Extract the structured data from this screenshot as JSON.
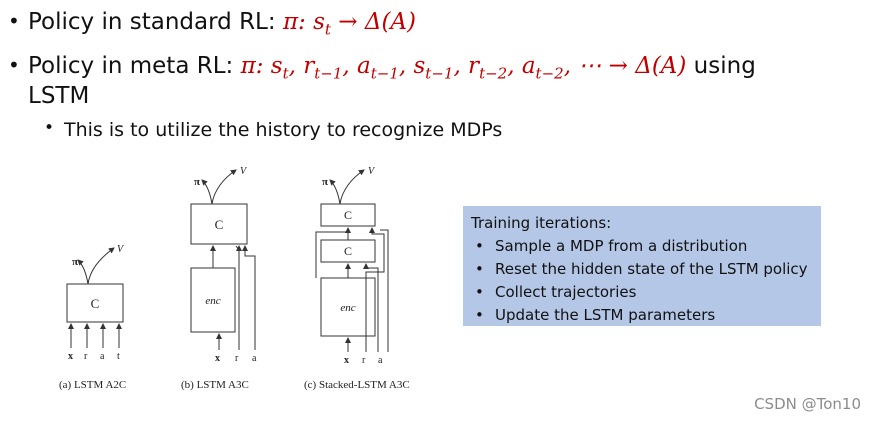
{
  "bullets": {
    "line1_text": "Policy in standard  RL: ",
    "line1_math": "π: s_t → Δ(A)",
    "line2_text": "Policy in meta RL: ",
    "line2_math": "π: s_t, r_{t−1}, a_{t−1}, s_{t−1}, r_{t−2}, a_{t−2}, ⋯ → Δ(A)",
    "line2_suffix": " using",
    "line2_continued": "LSTM",
    "sub_bullet": "This is to utilize the history to recognize MDPs"
  },
  "diagrams": [
    {
      "caption": "(a) LSTM A2C",
      "output_pi": "π",
      "output_v": "V",
      "recurrent_symbol": "C",
      "inputs": [
        "x",
        "r",
        "a",
        "t"
      ]
    },
    {
      "caption": "(b) LSTM A3C",
      "output_pi": "π",
      "output_v": "V",
      "recurrent_symbol": "C",
      "encoder_label": "enc",
      "inputs": [
        "x",
        "r",
        "a"
      ]
    },
    {
      "caption": "(c) Stacked-LSTM A3C",
      "output_pi": "π",
      "output_v": "V",
      "recurrent_symbol": "C",
      "encoder_label": "enc",
      "inputs": [
        "x",
        "r",
        "a"
      ]
    }
  ],
  "training_box": {
    "title": "Training iterations:",
    "items": [
      "Sample a MDP from a distribution",
      "Reset the hidden state of the LSTM policy",
      "Collect trajectories",
      "Update the LSTM parameters"
    ],
    "background": "#b4c7e7"
  },
  "watermark": "CSDN @Ton10",
  "colors": {
    "math": "#c00000"
  }
}
